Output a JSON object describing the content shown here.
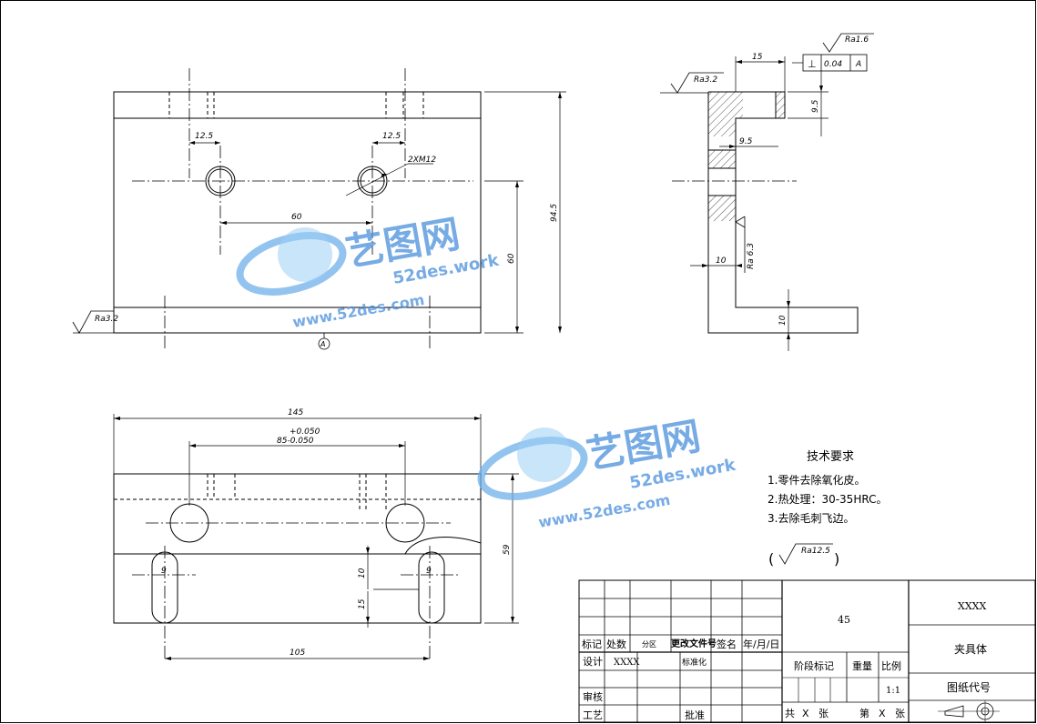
{
  "dims": {
    "d12_5a": "12.5",
    "d12_5b": "12.5",
    "thread": "2XM12",
    "d60h": "60",
    "d60v": "60",
    "d94_5": "94.5",
    "ra_left": "Ra3.2",
    "ra_right_top": "Ra3.2",
    "ra_frame": "Ra1.6",
    "d15": "15",
    "perp_sym": "⊥",
    "perp_tol": "0.04",
    "perp_datum": "A",
    "d9_5v": "9.5",
    "d9_5h": "9.5",
    "d10h": "10",
    "ra6_3": "Ra 6.3",
    "d10v": "10",
    "d145": "145",
    "tol_upper": "+0.050",
    "d85": "85-0.050",
    "d59": "59",
    "d10_slot": "10",
    "d15_slot": "15",
    "d105": "105",
    "slot_l": "9",
    "slot_r": "9",
    "datum_a": "A"
  },
  "tech": {
    "title": "技术要求",
    "item1": "1.零件去除氧化皮。",
    "item2": "2.热处理：30-35HRC。",
    "item3": "3.去除毛刺飞边。",
    "rough_open": "(",
    "rough_val": "Ra12.5",
    "rough_close": ")"
  },
  "watermark": {
    "brand": "艺图网",
    "url1": "52des.work",
    "url2": "www.52des.com"
  },
  "titleblock": {
    "mark": "标记",
    "count": "处数",
    "zone": "分区",
    "docno": "更改文件号",
    "sign": "签名",
    "date": "年/月/日",
    "design": "设计",
    "designer": "XXXX",
    "standard": "标准化",
    "review": "审核",
    "process": "工艺",
    "approve": "批准",
    "material": "45",
    "stage": "阶段标记",
    "weight": "重量",
    "ratio": "比例",
    "scale": "1:1",
    "total": "共",
    "x1": "X",
    "sheets": "张",
    "no": "第",
    "x2": "X",
    "sheet": "张",
    "company": "XXXX",
    "partname": "夹具体",
    "drawingno": "图纸代号"
  }
}
